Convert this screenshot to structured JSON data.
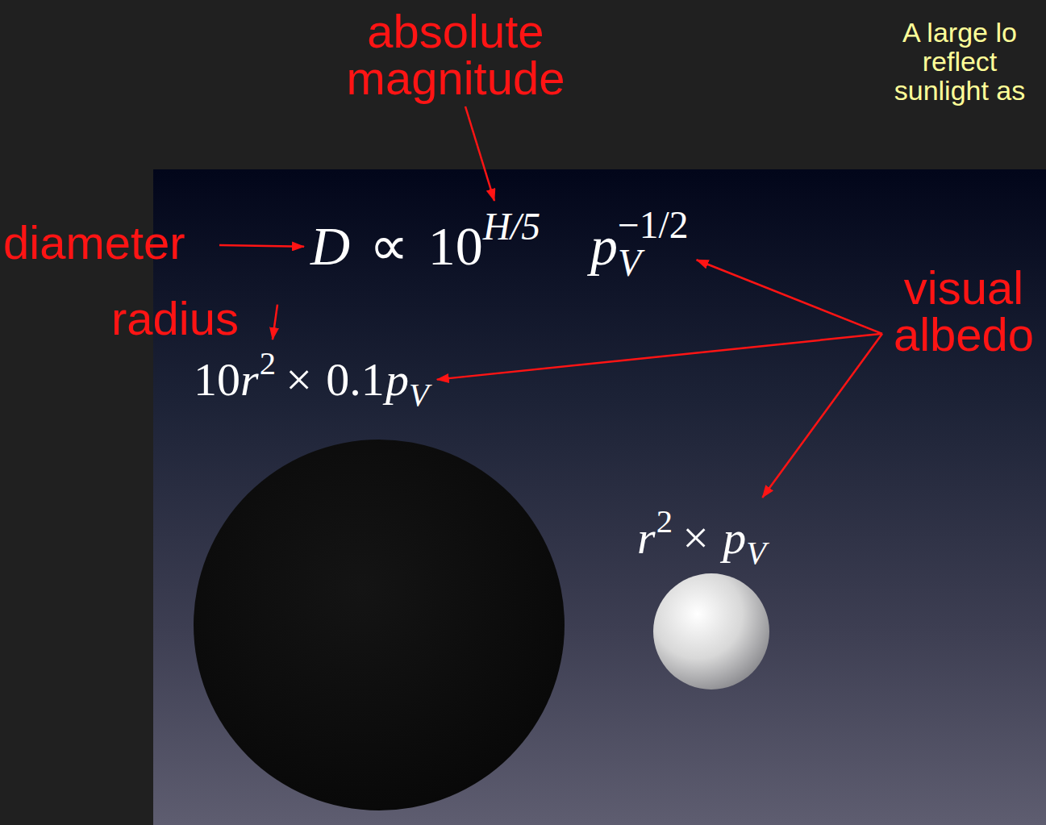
{
  "diagram": {
    "labels": [
      "absolute magnitude",
      "A large lo reflect sunlight as",
      "diameter",
      "D",
      "∝",
      "10",
      "H/5",
      "p",
      "V",
      "−1/2",
      "radius",
      "10",
      "r",
      "2",
      "×",
      "0.1",
      "p",
      "V",
      "visual albedo",
      "r",
      "2",
      "×",
      "p",
      "V"
    ]
  }
}
